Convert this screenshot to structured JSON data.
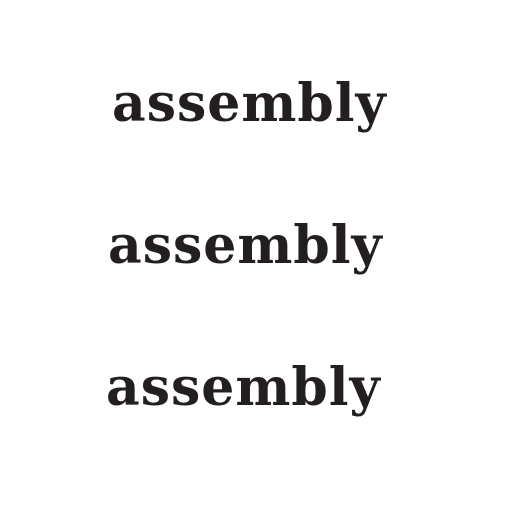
{
  "words": [
    {
      "text": "assembly"
    },
    {
      "text": "assembly"
    },
    {
      "text": "assembly"
    }
  ],
  "colors": {
    "background": "#ffffff",
    "text": "#231f20"
  }
}
